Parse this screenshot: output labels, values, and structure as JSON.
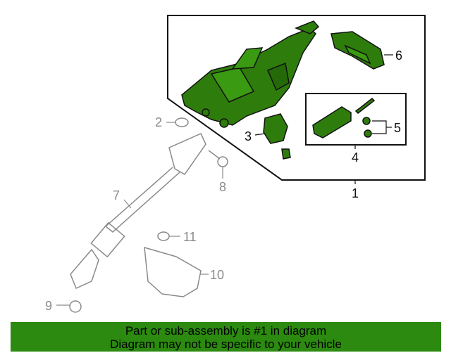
{
  "callouts": {
    "c1": "1",
    "c2": "2",
    "c3": "3",
    "c4": "4",
    "c5": "5",
    "c6": "6",
    "c7": "7",
    "c8": "8",
    "c9": "9",
    "c10": "10",
    "c11": "11"
  },
  "footer": {
    "line1": "Part or sub-assembly is #1 in diagram",
    "line2": "Diagram may not be specific to your vehicle"
  },
  "colors": {
    "highlight_part": "#2e7d0c",
    "footer_bg": "#2b8a0f",
    "outline_dark": "#111111",
    "outline_grey": "#8a8a8a"
  }
}
